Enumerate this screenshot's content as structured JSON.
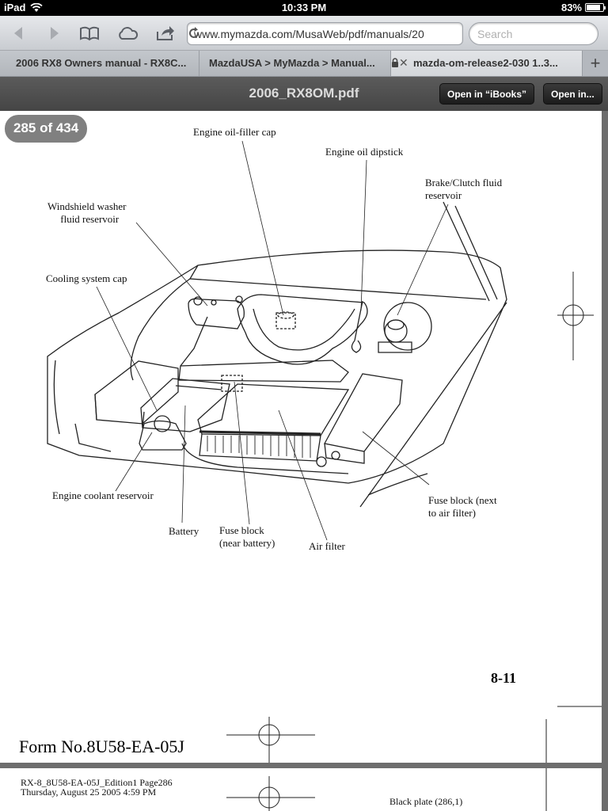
{
  "status": {
    "device": "iPad",
    "time": "10:33 PM",
    "battery": "83%",
    "battery_level": 0.83
  },
  "toolbar": {
    "url": "www.mymazda.com/MusaWeb/pdf/manuals/20",
    "search_placeholder": "Search"
  },
  "tabs": [
    {
      "label": "2006 RX8 Owners manual - RX8C..."
    },
    {
      "label": "MazdaUSA > MyMazda > Manual..."
    },
    {
      "label": "mazda-om-release2-030 1..3..."
    }
  ],
  "pdf": {
    "title": "2006_RX8OM.pdf",
    "open_ibooks": "Open in “iBooks”",
    "open_in": "Open in..."
  },
  "page_counter": "285 of 434",
  "diagram": {
    "labels": {
      "oil_filler": "Engine oil-filler cap",
      "dipstick": "Engine oil dipstick",
      "brake": "Brake/Clutch fluid\nreservoir",
      "washer": "Windshield washer\n     fluid reservoir",
      "cooling": "Cooling system cap",
      "coolant": "Engine coolant reservoir",
      "battery": "Battery",
      "fuse_near": "Fuse block\n(near battery)",
      "air_filter": "Air filter",
      "fuse_next": "Fuse block (next\nto air filter)"
    }
  },
  "page_number": "8-11",
  "form_no": "Form No.8U58-EA-05J",
  "footer": {
    "edition": "RX-8_8U58-EA-05J_Edition1 Page286\nThursday, August 25 2005 4:59 PM",
    "plate": "Black plate (286,1)"
  }
}
